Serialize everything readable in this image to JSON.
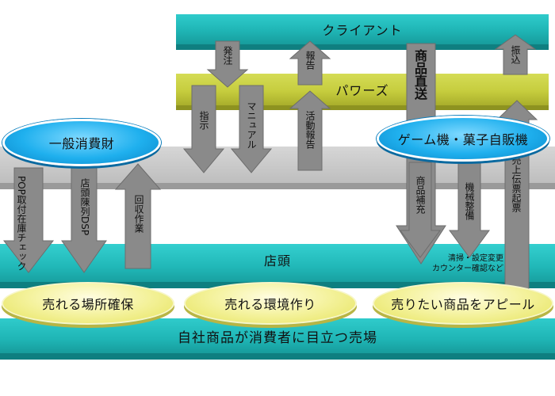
{
  "colors": {
    "teal": "#1fb5b5",
    "olive": "#c6cd3e",
    "gray_band": "#c8c8c8",
    "arrow_gray": "#8a8a8a",
    "blue_ellipse": "#1fb0ee",
    "yellow_ellipse": "#f2ef8e"
  },
  "bands": {
    "client": "クライアント",
    "powers": "パワーズ",
    "store": "店頭",
    "bottom": "自社商品が消費者に目立つ売場"
  },
  "ellipses": {
    "consumer_goods": "一般消費財",
    "vending_machine": "ゲーム機・菓子自販機",
    "sell_location": "売れる場所確保",
    "sell_environment": "売れる環境作り",
    "appeal_product": "売りたい商品をアピール"
  },
  "arrows": {
    "order": "発注",
    "report": "報告",
    "direct_goods": "商品直送",
    "transfer": "振込",
    "instruction": "指示",
    "manual": "マニュアル",
    "activity_report": "活動報告",
    "stock_check": "在庫チェック",
    "pop_attach": "POP取付",
    "shelf_display": "店頭陳列DSP",
    "collection": "回収作業",
    "product_refill": "商品補充",
    "machine_maintenance": "機械整備",
    "sales_slip": "売上伝票起票"
  },
  "notes": {
    "cleaning_line1": "清掃・設定変更",
    "cleaning_line2": "カウンター確認など"
  }
}
